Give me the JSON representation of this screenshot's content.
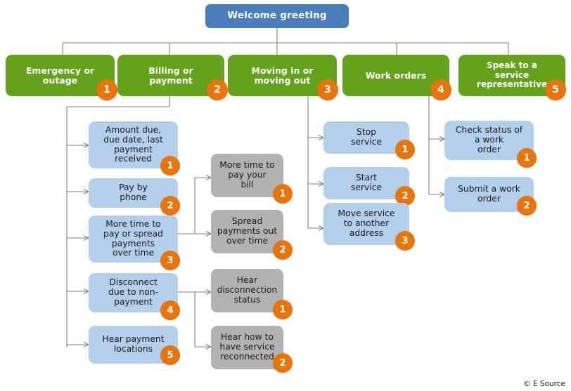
{
  "diagram": {
    "title": "Welcome greeting",
    "credit": "© E Source",
    "colors": {
      "root": "#4a7ebb",
      "category": "#63a21a",
      "leaf_blue": "#b4cfec",
      "leaf_gray": "#b2b2b2",
      "badge": "#e8740c",
      "connector": "#7f7f7f",
      "background": "#ffffff"
    },
    "root": {
      "label": "Welcome greeting"
    },
    "categories": [
      {
        "label": "Emergency or\noutage",
        "badge": "1"
      },
      {
        "label": "Billing or\npayment",
        "badge": "2"
      },
      {
        "label": "Moving in or\nmoving out",
        "badge": "3"
      },
      {
        "label": "Work orders",
        "badge": "4"
      },
      {
        "label": "Speak to a\nservice\nrepresentative",
        "badge": "5"
      }
    ],
    "billing_options": [
      {
        "label": "Amount due,\ndue date, last\npayment\nreceived",
        "badge": "1"
      },
      {
        "label": "Pay by\nphone",
        "badge": "2"
      },
      {
        "label": "More time to\npay or spread\npayments\nover time",
        "badge": "3"
      },
      {
        "label": "Disconnect\ndue to non-\npayment",
        "badge": "4"
      },
      {
        "label": "Hear payment\nlocations",
        "badge": "5"
      }
    ],
    "more_time_options": [
      {
        "label": "More time to\npay your\nbill",
        "badge": "1"
      },
      {
        "label": "Spread\npayments out\nover time",
        "badge": "2"
      }
    ],
    "disconnect_options": [
      {
        "label": "Hear\ndisconnection\nstatus",
        "badge": "1"
      },
      {
        "label": "Hear how to\nhave service\nreconnected",
        "badge": "2"
      }
    ],
    "moving_options": [
      {
        "label": "Stop\nservice",
        "badge": "1"
      },
      {
        "label": "Start\nservice",
        "badge": "2"
      },
      {
        "label": "Move service\nto another\naddress",
        "badge": "3"
      }
    ],
    "work_order_options": [
      {
        "label": "Check status of\na work\norder",
        "badge": "1"
      },
      {
        "label": "Submit a work\norder",
        "badge": "2"
      }
    ]
  }
}
